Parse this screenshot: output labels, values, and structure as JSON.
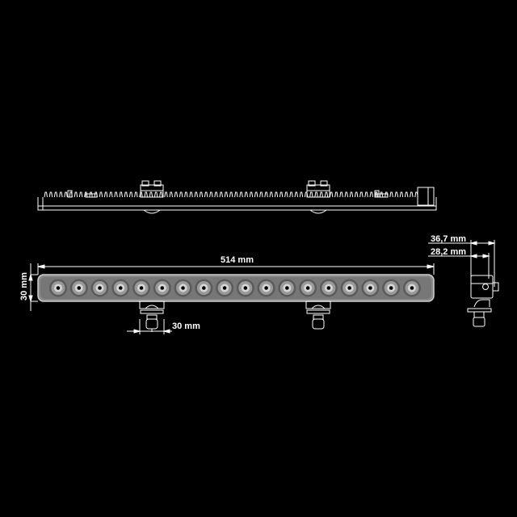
{
  "drawing": {
    "title": "LED light bar dimension drawing",
    "background": "#000000",
    "line_color": "#ffffff",
    "led_count": 18,
    "views": [
      "top-view",
      "front-view",
      "side-view"
    ]
  },
  "dimensions": {
    "length": "514 mm",
    "height": "30 mm",
    "bracket_width": "30 mm",
    "depth_total": "36,7 mm",
    "depth_body": "28,2 mm"
  }
}
